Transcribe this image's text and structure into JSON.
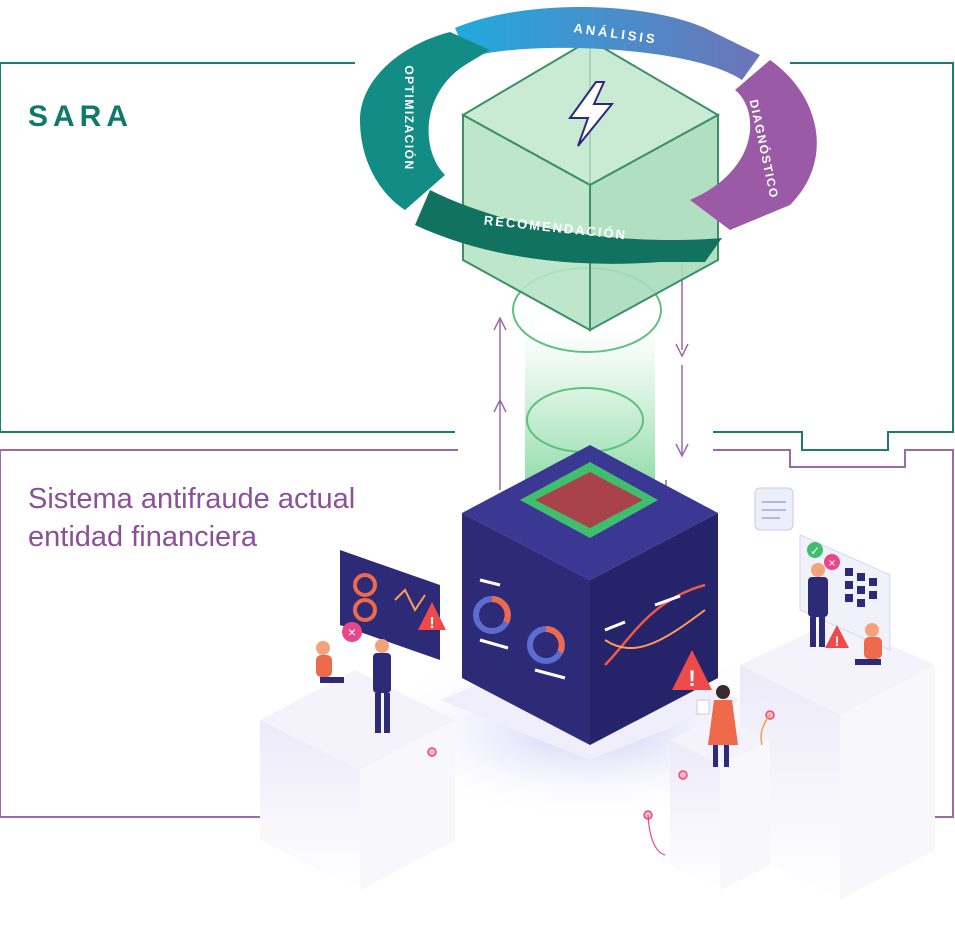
{
  "sara": {
    "title": "SARA"
  },
  "legacy": {
    "line1": "Sistema antifraude actual",
    "line2": "entidad financiera"
  },
  "cycle": {
    "analysis": "ANÁLISIS",
    "diagnosis": "DIAGNÓSTICO",
    "recommendation": "RECOMENDACIÓN",
    "optimization": "OPTIMIZACIÓN"
  },
  "colors": {
    "sara_teal": "#0f7a6b",
    "legacy_purple": "#8e4f9a",
    "analysis_blue": "#2ea6da",
    "diagnosis_purple": "#9a5aa6",
    "recommendation_teal": "#11735f",
    "optimization_teal": "#138c86",
    "server_navy": "#2d2a78",
    "alert_red": "#ef4a4a",
    "green_beam": "#7ed69a"
  },
  "icons": [
    "lightning-icon",
    "alert-icon",
    "check-icon",
    "close-icon",
    "chat-bubble-icon"
  ]
}
